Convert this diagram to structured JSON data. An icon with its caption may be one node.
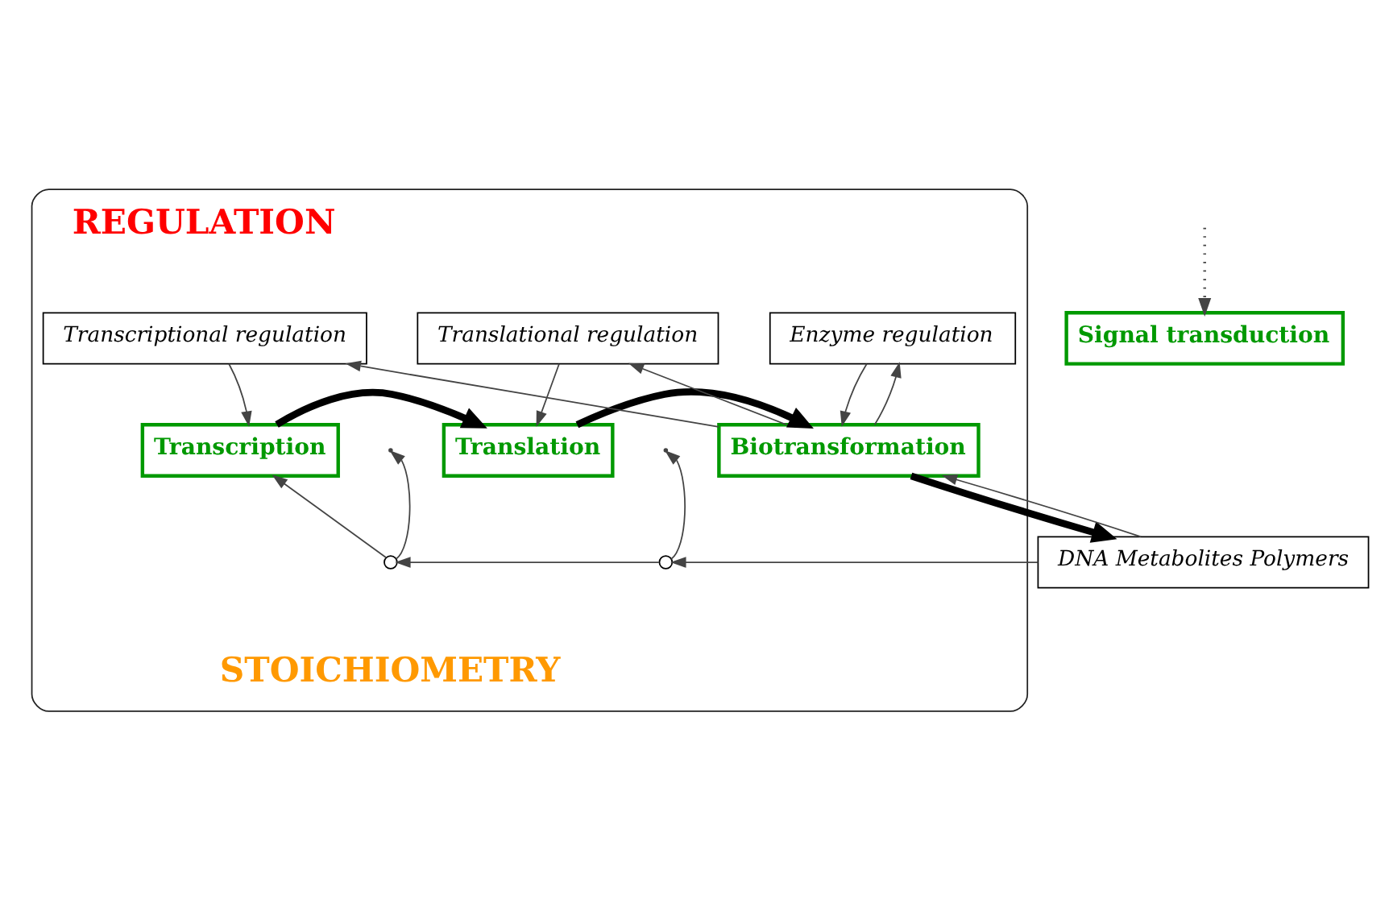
{
  "diagram": {
    "nodes": [
      {
        "text": [],
        "shape": "box"
      },
      {
        "text": [
          "Signal transduction"
        ]
      },
      {
        "text": [
          "Transcriptional regulation"
        ],
        "in": 0
      },
      {
        "text": [
          "Translational regulation"
        ],
        "in": 0
      },
      {
        "text": [
          "Enzyme regulation"
        ],
        "in": 0
      },
      {
        "text": [
          "Transcription"
        ],
        "in": 0
      },
      {
        "text": [
          "Translation"
        ],
        "in": 0
      },
      {
        "text": [
          "Biotransformation"
        ],
        "in": 0
      },
      {
        "text": [
          "DNA Metabolites Polymers"
        ]
      },
      {
        "text": [],
        "shape": "circle",
        "in": 0
      },
      {
        "text": [],
        "shape": "circle",
        "in": 0
      }
    ],
    "edges": [
      {
        "from": null,
        "to": 1,
        "arrow": "to",
        "style": "dashed"
      },
      {
        "from": 5,
        "to": 6,
        "arrow": "to",
        "style": "thick"
      },
      {
        "from": 6,
        "to": 7,
        "arrow": "to",
        "style": "thick"
      },
      {
        "from": 7,
        "to": 8,
        "arrow": "to",
        "style": "thick"
      },
      {
        "from": 7,
        "to": 2,
        "arrow": "to"
      },
      {
        "from": 7,
        "to": 3,
        "arrow": "to"
      },
      {
        "from": 7,
        "to": 4,
        "arrow": "to"
      },
      {
        "from": 2,
        "to": 5,
        "arrow": "to"
      },
      {
        "from": 3,
        "to": 6,
        "arrow": "to"
      },
      {
        "from": 4,
        "to": 7,
        "arrow": "to"
      },
      {
        "from": 8,
        "to": 7,
        "arrow": "to"
      },
      {
        "from": 8,
        "to": 10,
        "arrow": "to"
      },
      {
        "from": 10,
        "to": 9,
        "arrow": "to"
      },
      {
        "from": 9,
        "to": 5,
        "arrow": "to"
      },
      {
        "from": 10,
        "to": null,
        "arrow": "to"
      },
      {
        "from": 9,
        "to": null,
        "arrow": "to"
      }
    ],
    "labels": [
      "REGULATION",
      "STOICHIOMETRY"
    ]
  }
}
